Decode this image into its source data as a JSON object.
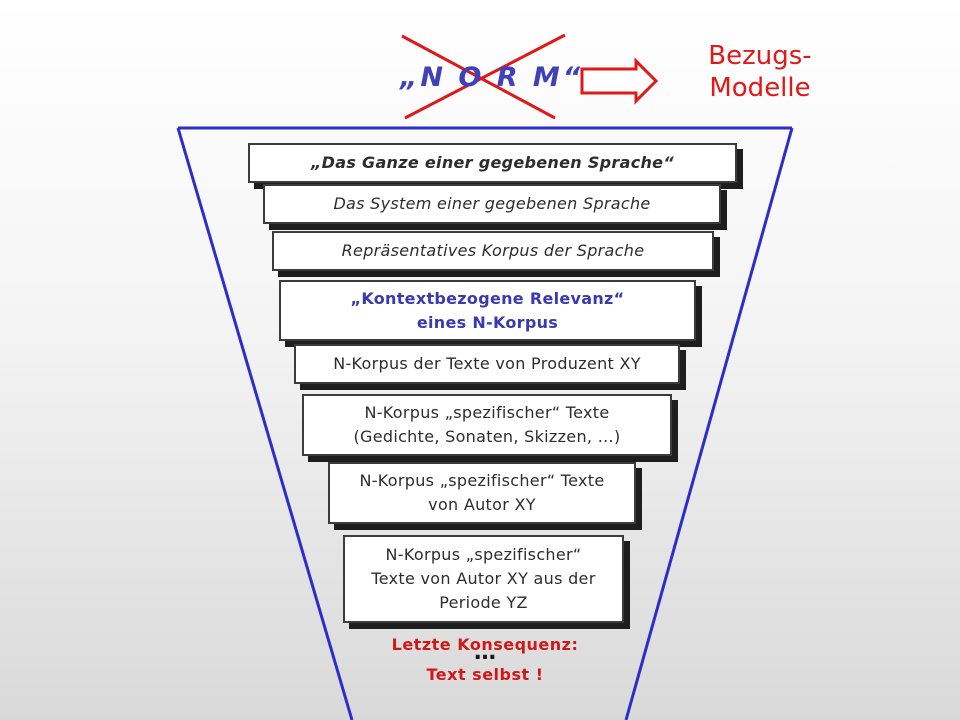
{
  "header": {
    "norm_label": "„N O R M“",
    "target_line1": "Bezugs-",
    "target_line2": "Modelle"
  },
  "levels": [
    {
      "lines": [
        "„Das Ganze einer gegebenen Sprache“"
      ]
    },
    {
      "lines": [
        "Das System einer gegebenen Sprache"
      ]
    },
    {
      "lines": [
        "Repräsentatives Korpus der Sprache"
      ]
    },
    {
      "lines": [
        "„Kontextbezogene Relevanz“",
        "eines N-Korpus"
      ]
    },
    {
      "lines": [
        "N-Korpus der Texte von Produzent XY"
      ]
    },
    {
      "lines": [
        "N-Korpus „spezifischer“ Texte",
        "(Gedichte, Sonaten, Skizzen, …)"
      ]
    },
    {
      "lines": [
        "N-Korpus „spezifischer“ Texte",
        "von Autor XY"
      ]
    },
    {
      "lines": [
        "N-Korpus „spezifischer“",
        "Texte von Autor XY aus der",
        "Periode YZ"
      ]
    }
  ],
  "footer": {
    "line1": "Letzte Konsequenz:",
    "line2": "Text selbst !",
    "ellipsis": "…"
  },
  "colors": {
    "funnel": "#2d2dc8",
    "cross": "#e01818",
    "norm_text": "#4040b8",
    "accent_red": "#e01818",
    "blue_text": "#3a3ab0"
  }
}
